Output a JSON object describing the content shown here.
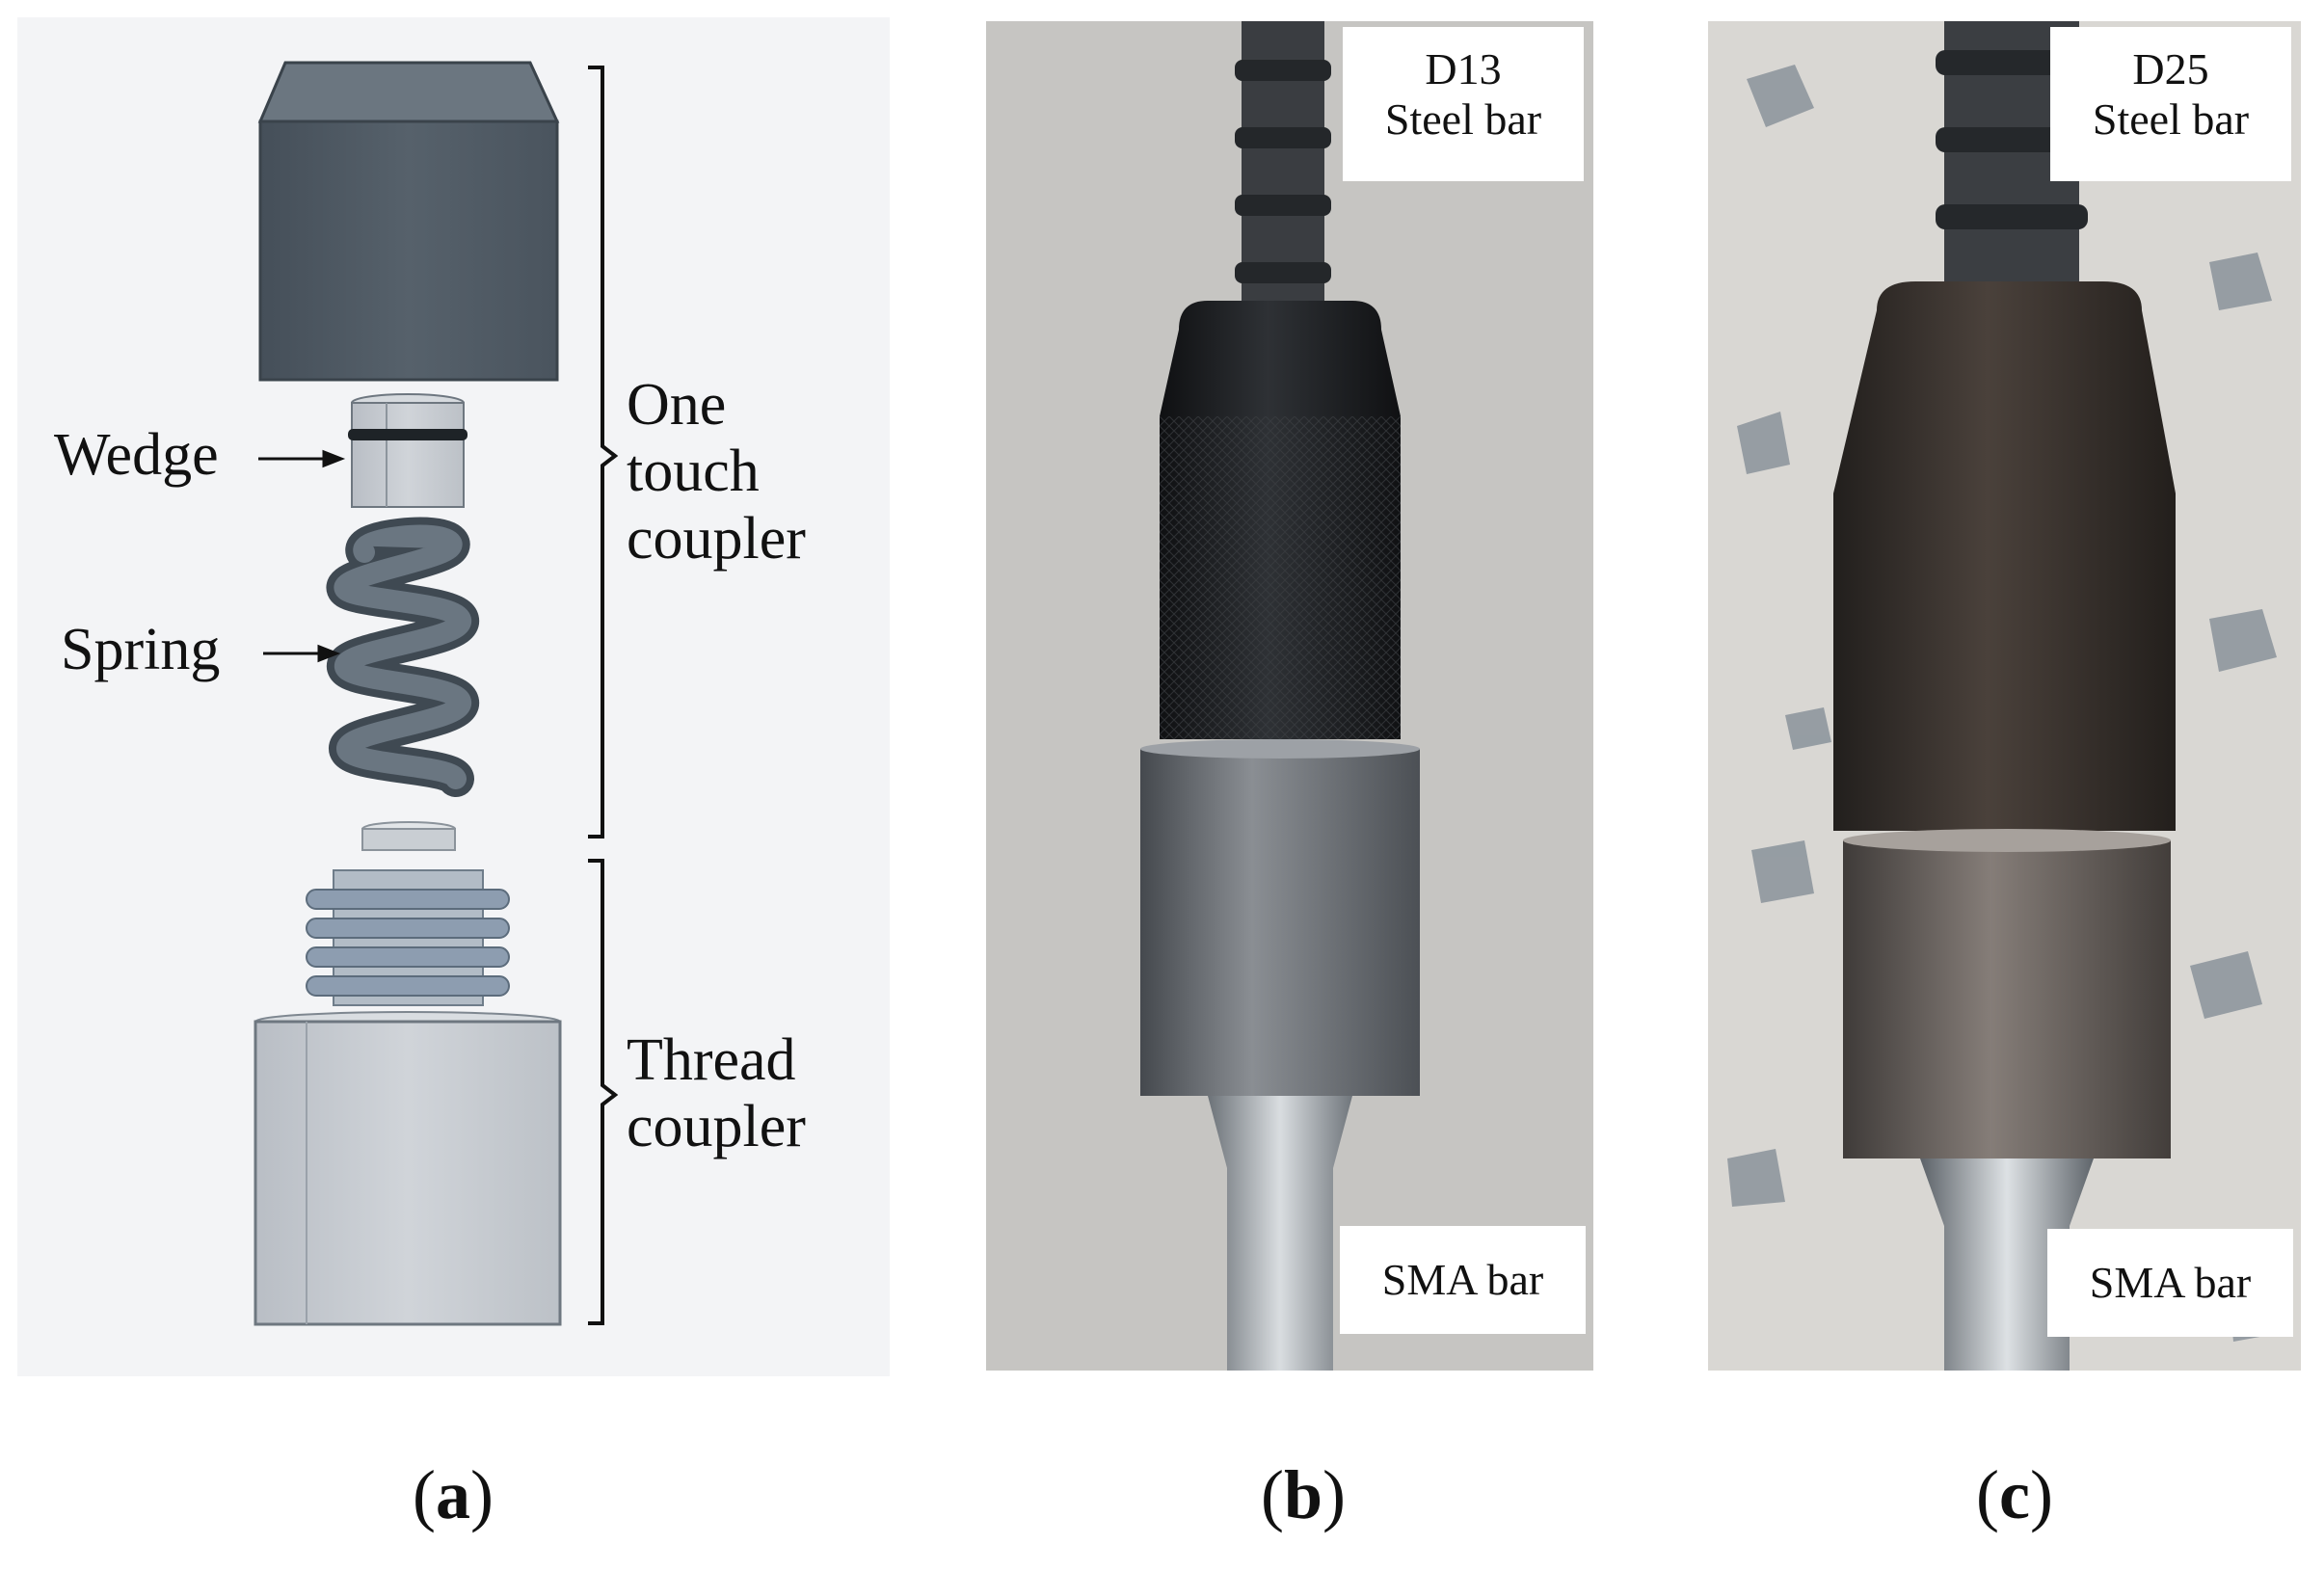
{
  "panel_a": {
    "labels": {
      "wedge": "Wedge",
      "spring": "Spring",
      "one_touch_coupler": "One\ntouch\ncoupler",
      "thread_coupler": "Thread\ncoupler"
    }
  },
  "panel_b": {
    "top_label": "D13\nSteel bar",
    "bottom_label": "SMA bar"
  },
  "panel_c": {
    "top_label": "D25\nSteel bar",
    "bottom_label": "SMA bar"
  },
  "captions": {
    "a": "a",
    "b": "b",
    "c": "c"
  },
  "colors": {
    "cap_dark": "#4f5a64",
    "metal_light": "#c8ccd2",
    "thread_blue": "#8a9aaa",
    "spring_dark": "#55606b",
    "black_sleeve": "#1d1f22",
    "steel_sleeve": "#6d7176"
  }
}
